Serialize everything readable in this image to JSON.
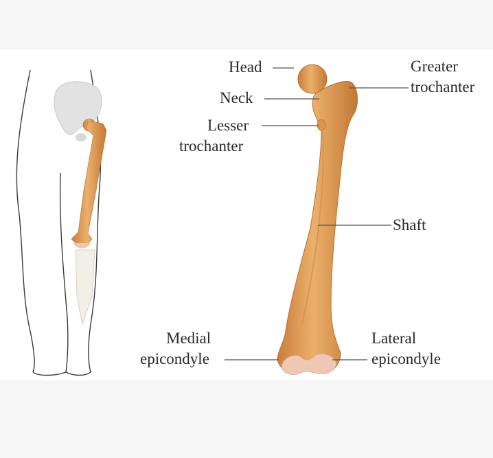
{
  "labels": {
    "head": "Head",
    "neck": "Neck",
    "lesser_trochanter": [
      "Lesser",
      "trochanter"
    ],
    "greater_trochanter": [
      "Greater",
      "trochanter"
    ],
    "shaft": "Shaft",
    "medial_epicondyle": [
      "Medial",
      "epicondyle"
    ],
    "lateral_epicondyle": [
      "Lateral",
      "epicondyle"
    ]
  },
  "colors": {
    "bone": "#e5a35e",
    "bone_shadow": "#b86e2e",
    "cartilage": "#eec8b4",
    "outline": "#3a3a3a",
    "leader": "#555555",
    "pelvis": "#e2e2e2"
  }
}
